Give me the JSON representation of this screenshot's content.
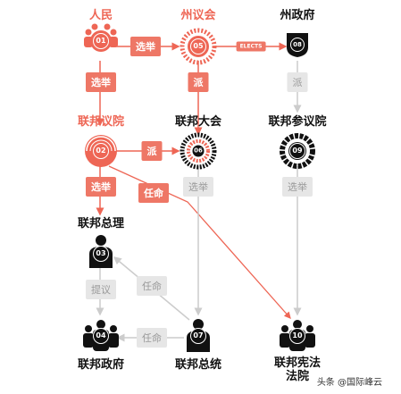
{
  "colors": {
    "accent": "#ee6655",
    "tag_red": "#ee7766",
    "tag_grey": "#e6e6e6",
    "text_dark": "#111111"
  },
  "nodes": {
    "people": {
      "label": "人民",
      "num": "01"
    },
    "fed_leg": {
      "label": "联邦议院",
      "num": "02"
    },
    "chancellor": {
      "label": "联邦总理",
      "num": "03"
    },
    "fed_gov": {
      "label": "联邦政府",
      "num": "04"
    },
    "state_leg": {
      "label": "州议会",
      "num": "05"
    },
    "fed_conv": {
      "label": "联邦大会",
      "num": "06"
    },
    "president": {
      "label": "联邦总统",
      "num": "07"
    },
    "state_gov": {
      "label": "州政府",
      "num": "08"
    },
    "bundesrat": {
      "label": "联邦参议院",
      "num": "09"
    },
    "court": {
      "label": "联邦宪法法院",
      "label_line1": "联邦宪法",
      "label_line2": "法院",
      "num": "10"
    }
  },
  "edges": {
    "elect_1": "选举",
    "elect_2": "选举",
    "elects": "ELECTS",
    "send_1": "派",
    "send_2": "派",
    "send_3": "派",
    "elect_3": "选举",
    "appoint_1": "任命",
    "elect_4": "选举",
    "elect_5": "选举",
    "propose": "提议",
    "appoint_2": "任命",
    "appoint_3": "任命"
  },
  "watermark": "头条 @国际峰云"
}
